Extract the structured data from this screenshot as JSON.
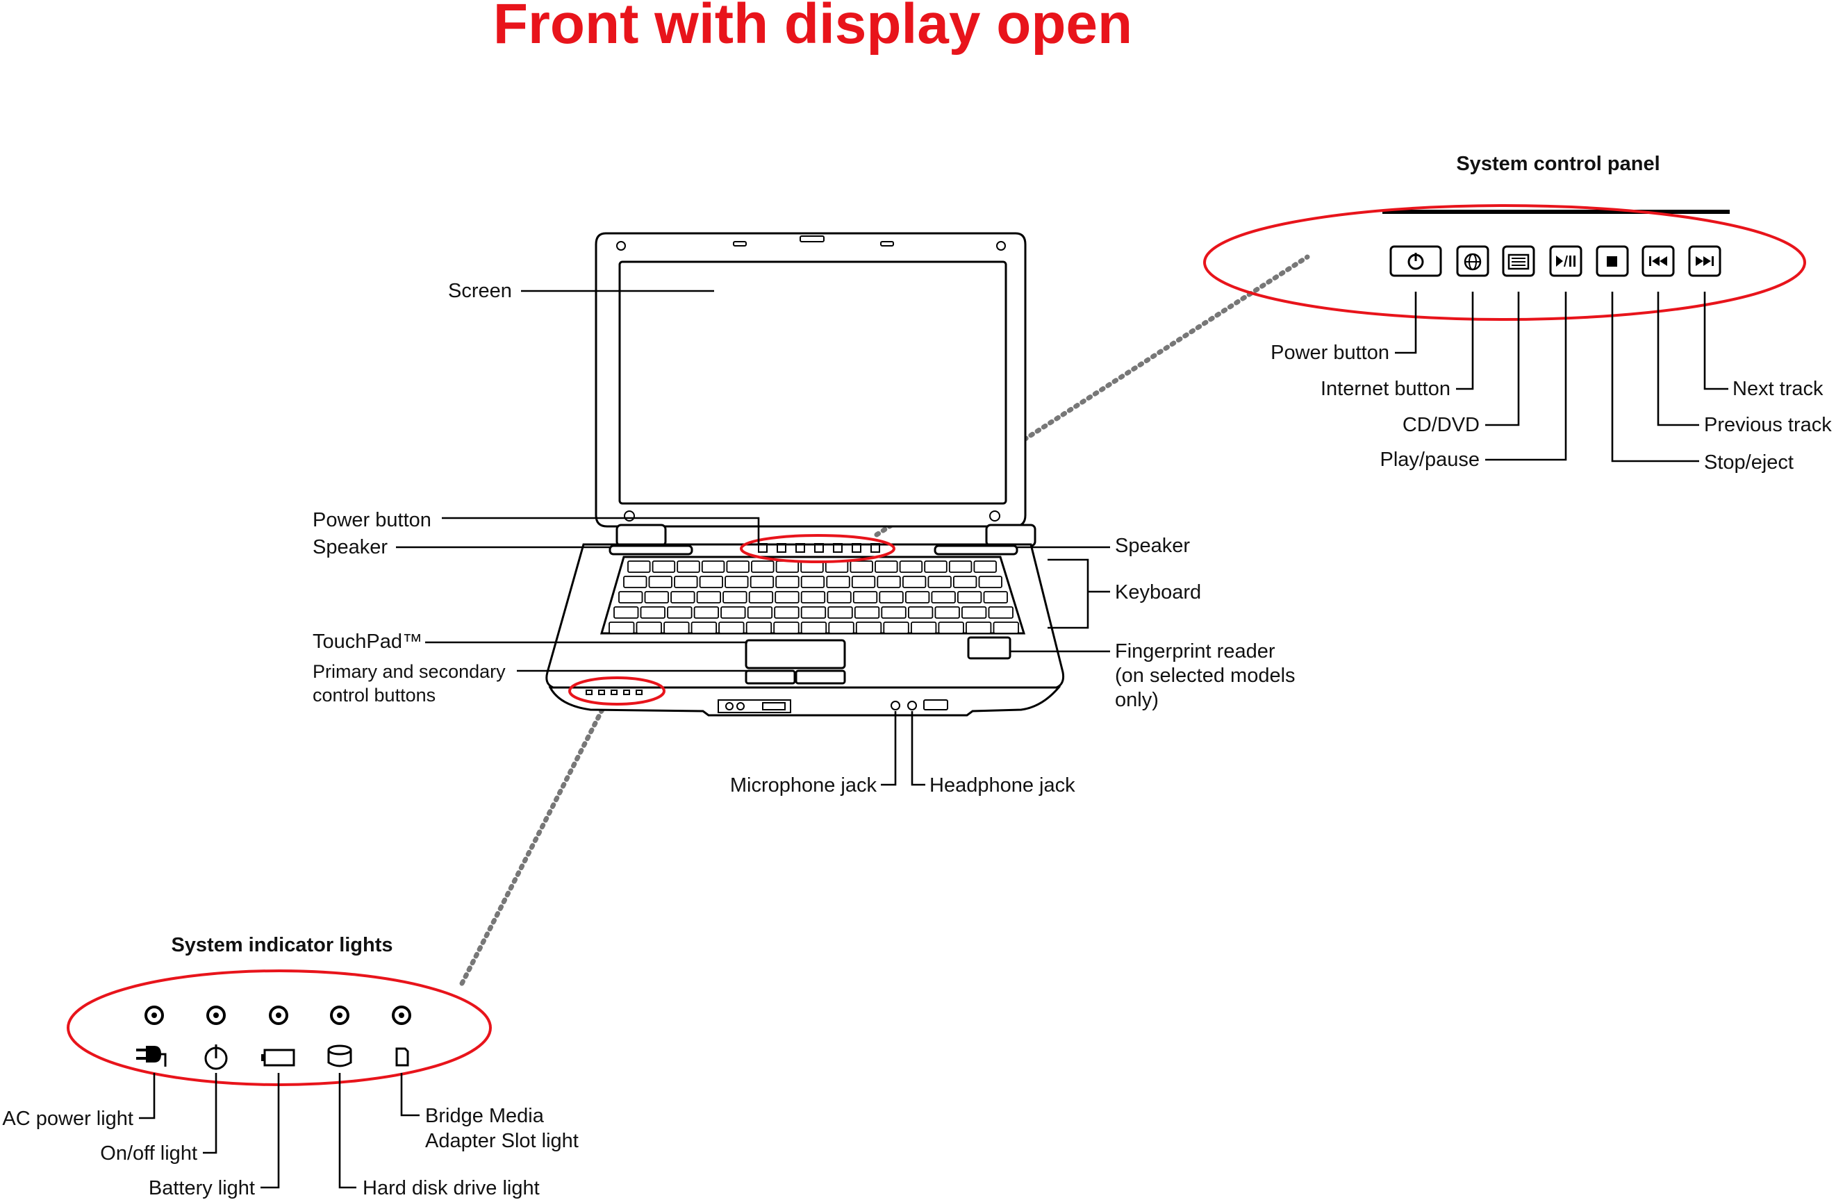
{
  "title": "Front with display open",
  "laptop_labels": {
    "screen": "Screen",
    "power_button": "Power button",
    "speaker_left": "Speaker",
    "speaker_right": "Speaker",
    "keyboard": "Keyboard",
    "touchpad": "TouchPad™",
    "control_buttons_1": "Primary and secondary",
    "control_buttons_2": "control buttons",
    "fingerprint_1": "Fingerprint reader",
    "fingerprint_2": "(on selected models",
    "fingerprint_3": "only)",
    "microphone_jack": "Microphone jack",
    "headphone_jack": "Headphone jack"
  },
  "system_control_panel": {
    "heading": "System control panel",
    "labels": {
      "power_button": "Power button",
      "internet_button": "Internet button",
      "cd_dvd": "CD/DVD",
      "play_pause": "Play/pause",
      "next_track": "Next track",
      "previous_track": "Previous track",
      "stop_eject": "Stop/eject"
    },
    "icons": [
      "power-icon",
      "internet-icon",
      "cd-dvd-icon",
      "play-pause-icon",
      "stop-icon",
      "previous-track-icon",
      "next-track-icon"
    ]
  },
  "system_indicator_lights": {
    "heading": "System indicator lights",
    "labels": {
      "ac_power": "AC power light",
      "on_off": "On/off light",
      "battery": "Battery light",
      "hard_disk": "Hard disk drive light",
      "bridge_media_1": "Bridge Media",
      "bridge_media_2": "Adapter Slot light"
    },
    "icons": [
      "ac-plug-icon",
      "power-icon",
      "battery-icon",
      "hard-disk-icon",
      "memory-card-icon"
    ]
  },
  "colors": {
    "accent": "#e8141b",
    "line": "#000000",
    "leader_dots": "#777777"
  }
}
